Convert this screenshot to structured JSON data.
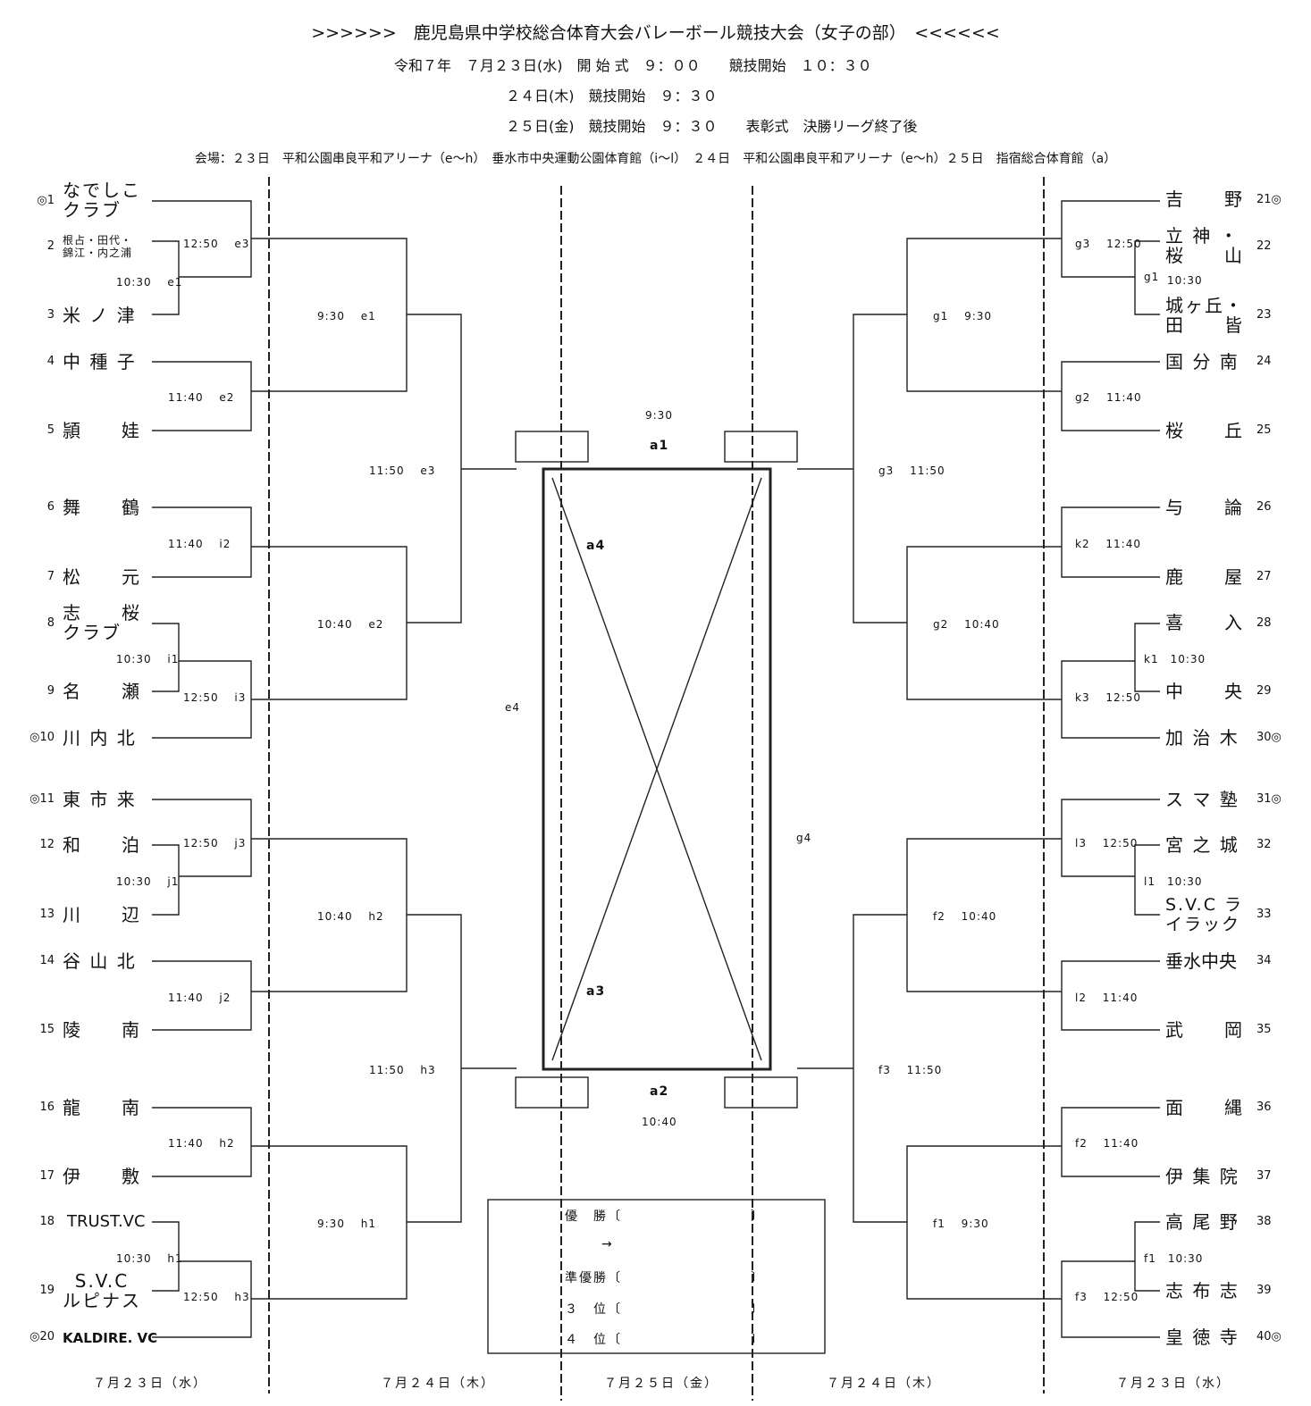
{
  "header": {
    "title": ">>>>>>　鹿児島県中学校総合体育大会バレーボール競技大会（女子の部）　<<<<<<",
    "line1": "令和７年　７月２３日(水)　開 始 式　９：００　　競技開始　１０：３０",
    "line2": "２４日(木)　競技開始　９：３０",
    "line3": "２５日(金)　競技開始　９：３０　　表彰式　決勝リーグ終了後",
    "venue": "会場：２３日　平和公園串良平和アリーナ（e～h）　垂水市中央運動公園体育館（i～l）　２４日　平和公園串良平和アリーナ（e～h）２５日　指宿総合体育館（a）"
  },
  "left_teams": [
    {
      "seed": "◎1",
      "name": "なでしこ\nクラブ"
    },
    {
      "seed": "2",
      "name": "根占・田代・\n錦江・内之浦"
    },
    {
      "seed": "3",
      "name": "米 ノ 津"
    },
    {
      "seed": "4",
      "name": "中 種 子"
    },
    {
      "seed": "5",
      "name": "頴　　娃"
    },
    {
      "seed": "6",
      "name": "舞　　鶴"
    },
    {
      "seed": "7",
      "name": "松　　元"
    },
    {
      "seed": "8",
      "name": "志　　桜\nクラブ"
    },
    {
      "seed": "9",
      "name": "名　　瀬"
    },
    {
      "seed": "◎10",
      "name": "川 内 北"
    },
    {
      "seed": "◎11",
      "name": "東 市 来"
    },
    {
      "seed": "12",
      "name": "和　　泊"
    },
    {
      "seed": "13",
      "name": "川　　辺"
    },
    {
      "seed": "14",
      "name": "谷 山 北"
    },
    {
      "seed": "15",
      "name": "陵　　南"
    },
    {
      "seed": "16",
      "name": "龍　　南"
    },
    {
      "seed": "17",
      "name": "伊　　敷"
    },
    {
      "seed": "18",
      "name": "TRUST.VC"
    },
    {
      "seed": "19",
      "name": "S.V.C\nルピナス"
    },
    {
      "seed": "◎20",
      "name": "KALDIRE. VC"
    }
  ],
  "right_teams": [
    {
      "seed": "21◎",
      "name": "吉　　野"
    },
    {
      "seed": "22",
      "name": "立 神 ・\n桜　　山"
    },
    {
      "seed": "23",
      "name": "城ヶ丘・\n田　　皆"
    },
    {
      "seed": "24",
      "name": "国 分 南"
    },
    {
      "seed": "25",
      "name": "桜　　丘"
    },
    {
      "seed": "26",
      "name": "与　　論"
    },
    {
      "seed": "27",
      "name": "鹿　　屋"
    },
    {
      "seed": "28",
      "name": "喜　　入"
    },
    {
      "seed": "29",
      "name": "中　　央"
    },
    {
      "seed": "30◎",
      "name": "加 治 木"
    },
    {
      "seed": "31◎",
      "name": "ス マ 塾"
    },
    {
      "seed": "32",
      "name": "宮 之 城"
    },
    {
      "seed": "33",
      "name": "S.V.C ラ\nイラック"
    },
    {
      "seed": "34",
      "name": "垂水中央"
    },
    {
      "seed": "35",
      "name": "武　　岡"
    },
    {
      "seed": "36",
      "name": "面　　縄"
    },
    {
      "seed": "37",
      "name": "伊 集 院"
    },
    {
      "seed": "38",
      "name": "高 尾 野"
    },
    {
      "seed": "39",
      "name": "志 布 志"
    },
    {
      "seed": "40◎",
      "name": "皇 徳 寺"
    }
  ],
  "match_labels": {
    "e3a": "12:50　 e3",
    "e1a": "10:30　 e1",
    "e2a": "11:40　 e2",
    "i2a": "11:40　 i2",
    "i1a": "10:30　 i1",
    "i3a": "12:50　 i3",
    "j3a": "12:50　 j3",
    "j1a": "10:30　 j1",
    "j2a": "11:40　 j2",
    "h2a": "11:40　 h2",
    "h1a": "10:30　 h1",
    "h3a": "12:50　 h3",
    "e1b": "9:30　 e1",
    "e2b": "10:40　 e2",
    "h2b": "10:40　 h2",
    "h1b": "9:30　 h1",
    "e3b": "11:50　 e3",
    "h3b": "11:50　 h3",
    "e4": "e4",
    "g3a": "g3　 12:50",
    "g1a": "g1",
    "g1t": "10:30",
    "g2a": "g2　 11:40",
    "k2a": "k2　 11:40",
    "k1a": "k1　10:30",
    "k3a": "k3　 12:50",
    "l3a": "l3　 12:50",
    "l1a": "l1　10:30",
    "l2a": "l2　 11:40",
    "f2a": "f2　 11:40",
    "f1a": "f1　10:30",
    "f3a": "f3　 12:50",
    "g1b": "g1　 9:30",
    "g2b": "g2　 10:40",
    "f2b": "f2　 10:40",
    "f1b": "f1　 9:30",
    "g3b": "g3　 11:50",
    "f3b": "f3　 11:50",
    "g4": "g4",
    "a1time": "9:30",
    "a1": "a1",
    "a2": "a2",
    "a2time": "10:40",
    "a3": "a3",
    "a4": "a4"
  },
  "results": {
    "winner": "優　勝〔　　　　　　　　　〕",
    "arrow": "→",
    "runner_up": "準優勝〔　　　　　　　　　〕",
    "third": "３　位〔　　　　　　　　　〕",
    "fourth": "４　位〔　　　　　　　　　〕"
  },
  "footer_days": [
    "７月２３日（水）",
    "７月２４日（木）",
    "７月２５日（金）",
    "７月２４日（木）",
    "７月２３日（水）"
  ]
}
